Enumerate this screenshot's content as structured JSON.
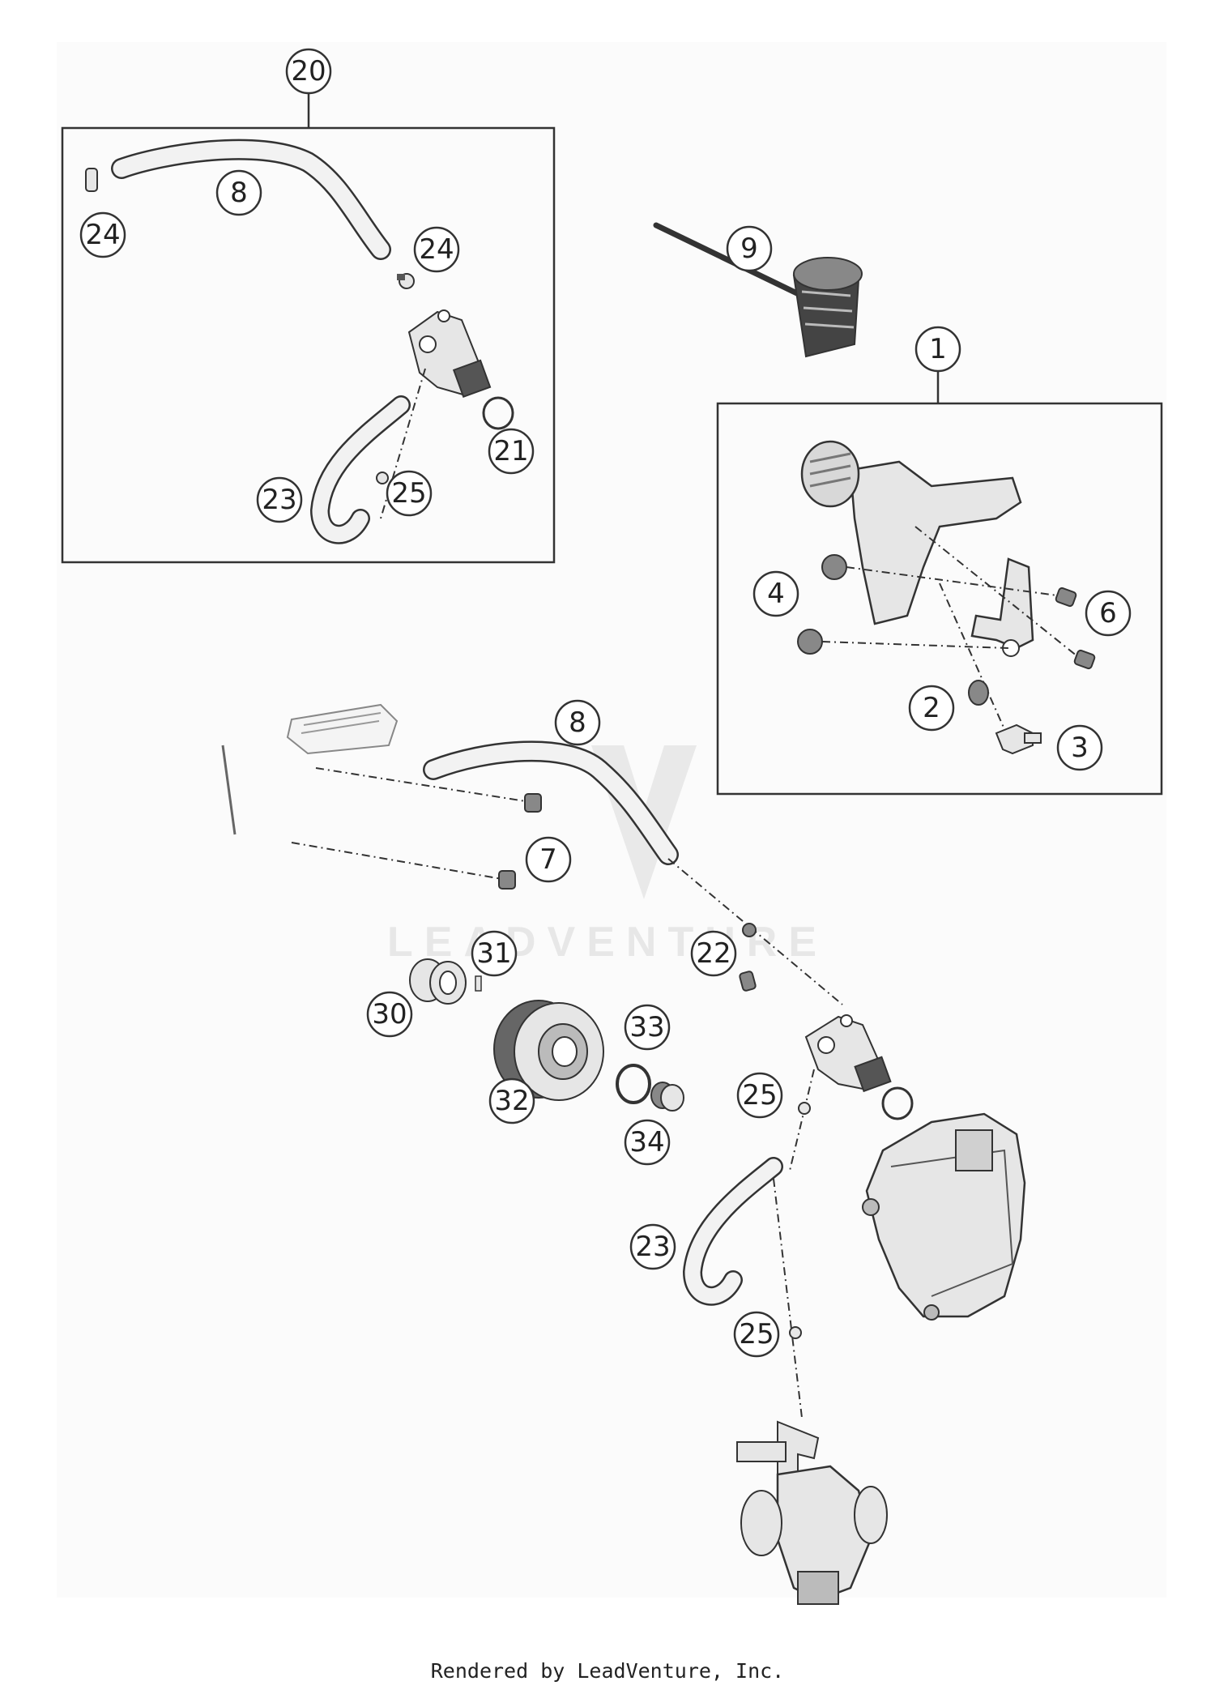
{
  "callouts": {
    "c1": "1",
    "c2": "2",
    "c3": "3",
    "c4": "4",
    "c6": "6",
    "c7": "7",
    "c8_top": "8",
    "c8_main": "8",
    "c9": "9",
    "c20": "20",
    "c21": "21",
    "c22": "22",
    "c23_top": "23",
    "c23_main": "23",
    "c24_left": "24",
    "c24_right": "24",
    "c25_top": "25",
    "c25_mid": "25",
    "c25_low": "25",
    "c30": "30",
    "c31": "31",
    "c32": "32",
    "c33": "33",
    "c34": "34"
  },
  "watermark": {
    "text": "LEADVENTURE"
  },
  "footer": {
    "text": "Rendered by LeadVenture, Inc."
  },
  "colors": {
    "line": "#333333",
    "part_fill": "#e6e6e6",
    "dark": "#555555"
  }
}
